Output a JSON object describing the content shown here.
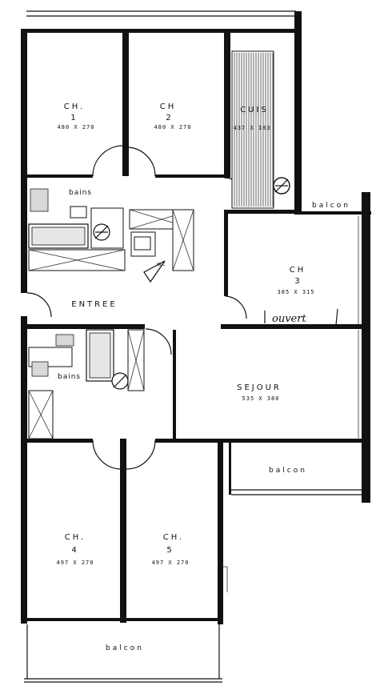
{
  "rooms": {
    "ch1": {
      "name": "CH.",
      "number": "1",
      "dims": "480 X 270"
    },
    "ch2": {
      "name": "CH",
      "number": "2",
      "dims": "480 X 270"
    },
    "cuis": {
      "name": "CUIS",
      "dims": "437 X 183"
    },
    "ch3": {
      "name": "CH",
      "number": "3",
      "dims": "385 X 315"
    },
    "sejour": {
      "name": "SEJOUR",
      "dims": "535 X 380"
    },
    "ch4": {
      "name": "CH.",
      "number": "4",
      "dims": "497 X 270"
    },
    "ch5": {
      "name": "CH.",
      "number": "5",
      "dims": "497 X 270"
    },
    "entree": {
      "name": "ENTREE"
    }
  },
  "bains_top": "bains",
  "bains_bottom": "bains",
  "wc": "wc",
  "balcon_top": "balcon",
  "balcon_mid": "balcon",
  "balcon_bottom": "balcon",
  "annotation": "ouvert"
}
